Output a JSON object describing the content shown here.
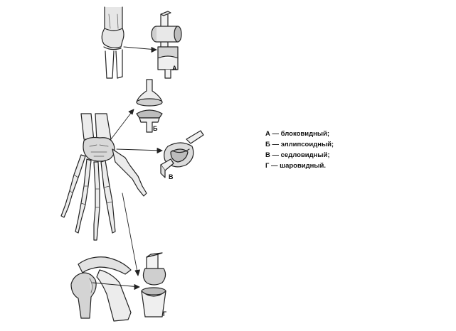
{
  "labels": {
    "a": "А",
    "b": "Б",
    "v": "В",
    "g": "Г"
  },
  "legend": [
    "А — блоковидный;",
    "Б — эллипсоидный;",
    "В — седловидный;",
    "Г — шаровидный."
  ]
}
